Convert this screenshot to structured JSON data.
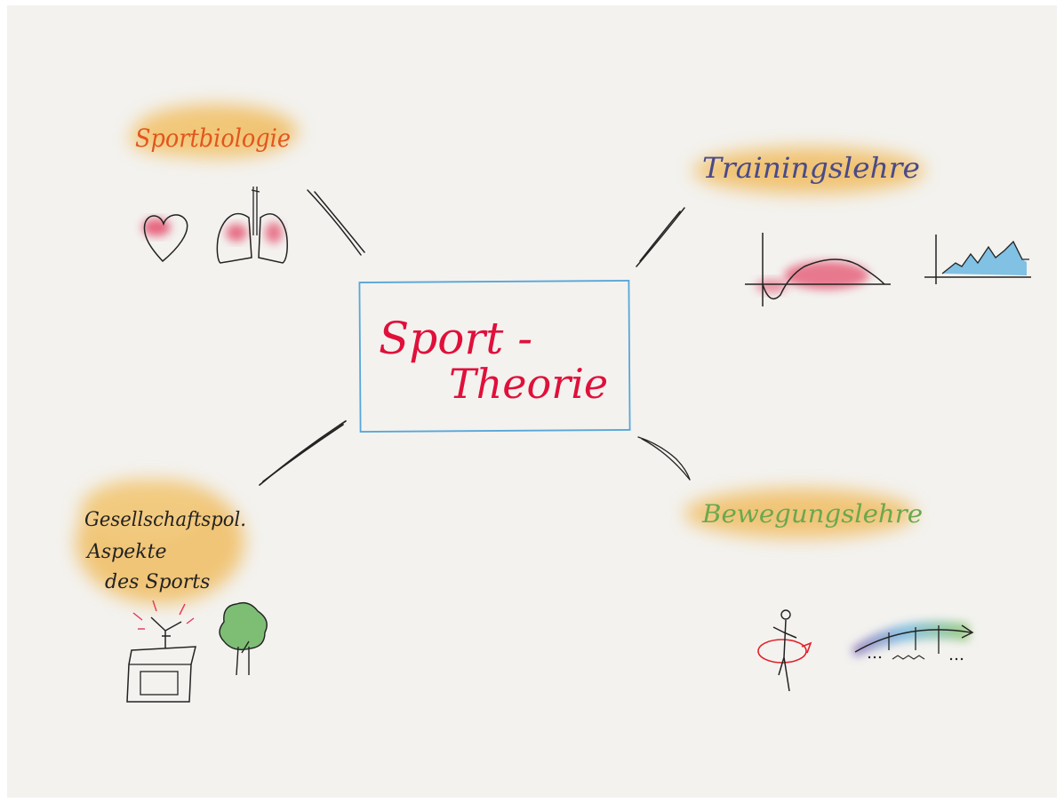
{
  "center": {
    "line1": "Sport -",
    "line2": "Theorie"
  },
  "topics": {
    "sportbiologie": "Sportbiologie",
    "trainingslehre": "Trainingslehre",
    "gesellschaft": [
      "Gesellschaftspol.",
      "Aspekte",
      "des Sports"
    ],
    "bewegungslehre": "Bewegungslehre"
  },
  "colors": {
    "paper": "#f3f2ef",
    "highlight": "#f0b44a",
    "center_text": "#e0103a",
    "center_box": "#58a6d8",
    "sportbiologie_text": "#e2561c",
    "trainingslehre_text": "#4a4a8a",
    "bewegungslehre_text": "#6aa84f",
    "ink": "#222222"
  },
  "icons": [
    "heart-icon",
    "lungs-icon",
    "curve-chart-icon",
    "jagged-chart-icon",
    "podium-icon",
    "tree-icon",
    "rotating-figure-icon",
    "timeline-arrow-icon"
  ]
}
